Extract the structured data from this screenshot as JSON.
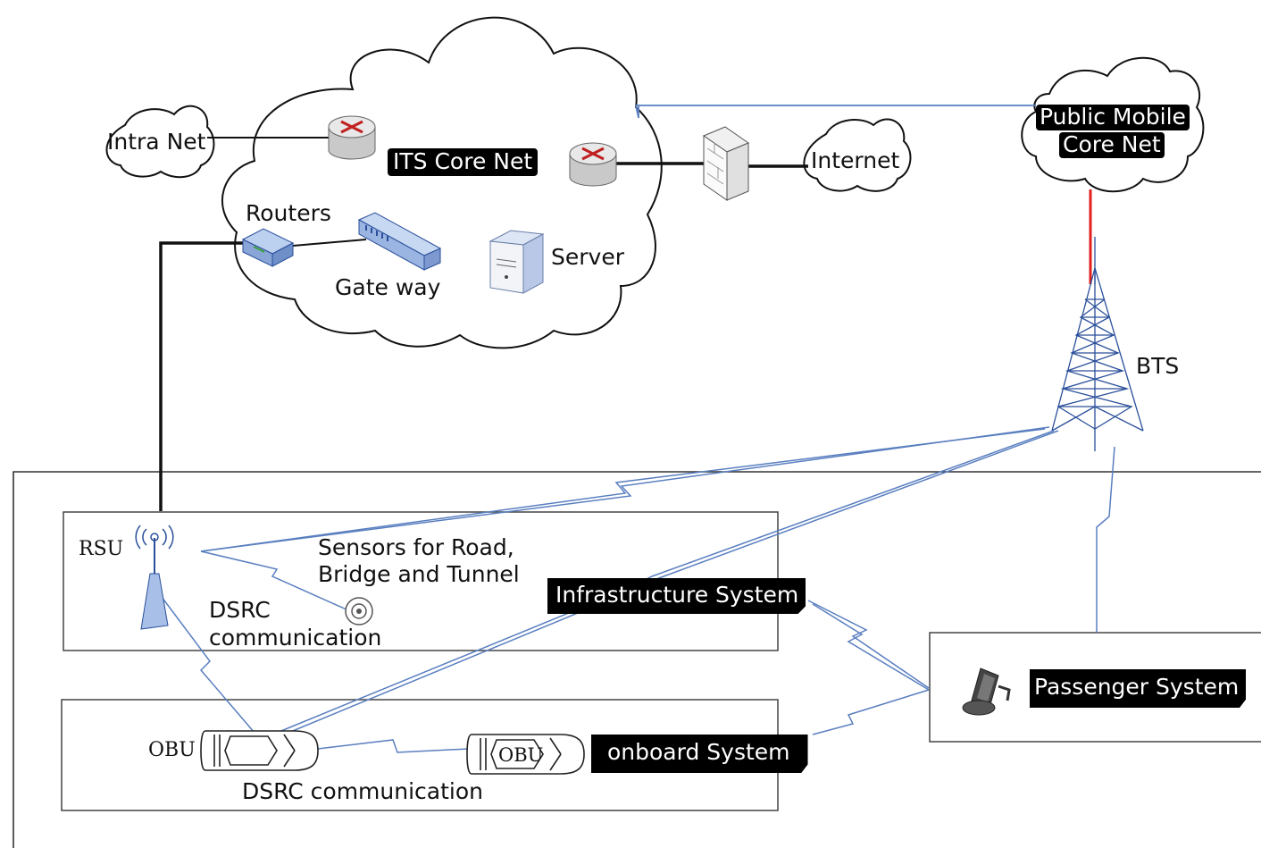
{
  "clouds": {
    "intra_net": "Intra Net",
    "its_core_net": "ITS Core Net",
    "internet": "Internet",
    "public_mobile_line1": "Public Mobile",
    "public_mobile_line2": "Core Net"
  },
  "core_devices": {
    "routers": "Routers",
    "gateway": "Gate way",
    "server": "Server"
  },
  "tower": {
    "bts": "BTS"
  },
  "infrastructure": {
    "rsu": "RSU",
    "sensors_line1": "Sensors for Road,",
    "sensors_line2": "Bridge and Tunnel",
    "dsrc_line1": "DSRC",
    "dsrc_line2": "communication",
    "system_title": "Infrastructure System"
  },
  "onboard": {
    "obu_left": "OBU",
    "obu_car": "OBU",
    "dsrc": "DSRC communication",
    "system_title": "onboard System"
  },
  "passenger": {
    "system_title": "Passenger System"
  },
  "colors": {
    "link_blue": "#5a7fc0",
    "core_red": "#e02020",
    "device_blue": "#8aa6d8",
    "tag_bg": "#000000"
  }
}
